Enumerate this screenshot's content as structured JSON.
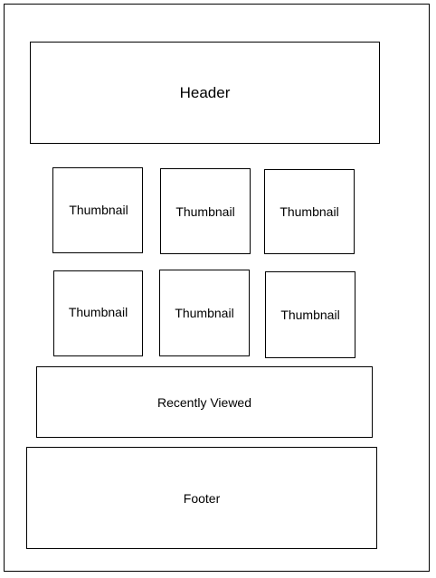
{
  "header": {
    "label": "Header"
  },
  "thumbnails": [
    {
      "label": "Thumbnail"
    },
    {
      "label": "Thumbnail"
    },
    {
      "label": "Thumbnail"
    },
    {
      "label": "Thumbnail"
    },
    {
      "label": "Thumbnail"
    },
    {
      "label": "Thumbnail"
    }
  ],
  "recently_viewed": {
    "label": "Recently Viewed"
  },
  "footer": {
    "label": "Footer"
  }
}
